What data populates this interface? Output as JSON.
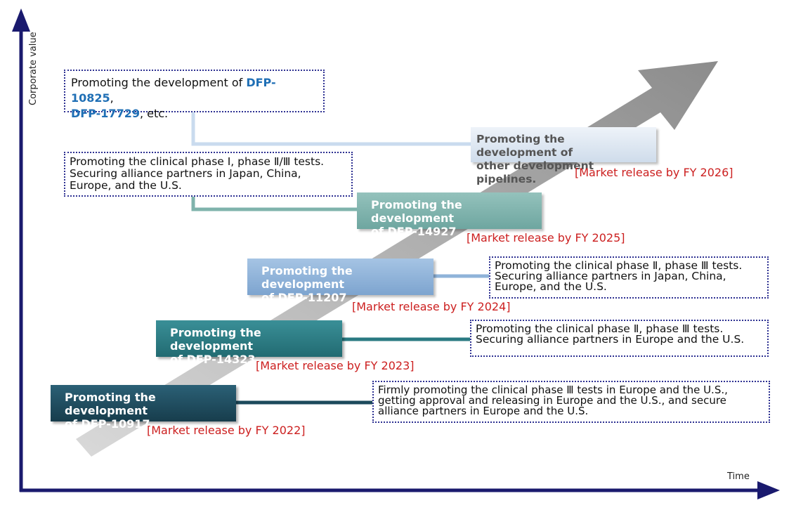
{
  "axes": {
    "y_label": "Corporate value",
    "x_label": "Time"
  },
  "colors": {
    "axis": "#1a1a6e",
    "arrow": "#9a9a9a",
    "release_text": "#cc1f1f",
    "note_border": "#2e3192",
    "highlight": "#1f6fb5",
    "box_10917": "#1d4a5c",
    "box_14323": "#2a7a82",
    "box_11207": "#8fb3d9",
    "box_14927": "#7fb3ac",
    "box_other": "#dfe7f1"
  },
  "milestones": [
    {
      "title_line1": "Promoting the development",
      "title_line2": "of DFP-10917",
      "release": "[Market release by FY 2022]",
      "note_lines": [
        "Firmly promoting the clinical phase Ⅲ tests in Europe and the U.S.,",
        "getting approval and releasing in Europe and the U.S., and secure",
        "alliance partners in Europe and the U.S."
      ]
    },
    {
      "title_line1": "Promoting the development",
      "title_line2": "of DFP-14323",
      "release": "[Market release by FY 2023]",
      "note_lines": [
        "Promoting the clinical phase Ⅱ, phase Ⅲ tests.",
        "Securing alliance partners in Europe and the U.S."
      ]
    },
    {
      "title_line1": "Promoting the development",
      "title_line2": "of DFP-11207",
      "release": "[Market release by FY 2024]",
      "note_lines": [
        "Promoting the clinical phase Ⅱ, phase Ⅲ tests.",
        "Securing alliance partners in Japan, China,",
        "Europe, and the U.S."
      ]
    },
    {
      "title_line1": "Promoting the development",
      "title_line2": "of DFP-14927",
      "release": "[Market release by FY 2025]",
      "note_lines": [
        "Promoting the clinical phase Ⅰ, phase Ⅱ/Ⅲ tests.",
        "Securing alliance partners in Japan, China,",
        "Europe, and the U.S."
      ]
    },
    {
      "title_line1": "Promoting the development of",
      "title_line2": "other development pipelines.",
      "release": "[Market release by FY 2026]",
      "note_prefix": "Promoting the development of ",
      "note_highlight1": "DFP-10825",
      "note_comma": ",",
      "note_highlight2": "DFP-17729",
      "note_suffix": ", etc."
    }
  ]
}
